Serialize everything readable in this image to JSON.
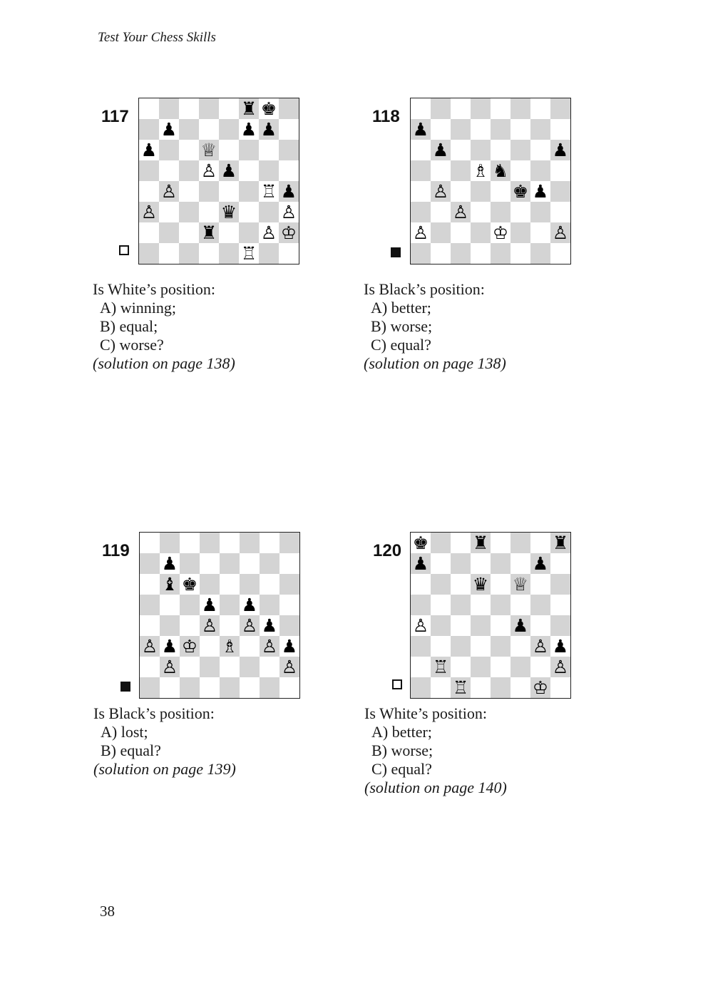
{
  "header": {
    "running_title": "Test Your Chess Skills"
  },
  "footer": {
    "page_number": "38"
  },
  "labels": {
    "solution_prefix": "solution on page"
  },
  "puzzles": [
    {
      "number": "117",
      "to_move": "white",
      "ranks": [
        ".....rk.",
        ".p...pp.",
        "p..Q....",
        "...Pp...",
        ".P....Rp",
        "P...q..P",
        "...r..PK",
        ".....R.."
      ],
      "question": "Is White’s position:",
      "options": [
        "A)  winning;",
        "B)  equal;",
        "C)  worse?"
      ],
      "solution": "(solution on page 138)"
    },
    {
      "number": "118",
      "to_move": "black",
      "ranks": [
        "........",
        "p.......",
        ".p.....p",
        "...Bn...",
        ".P...kp.",
        "..P.....",
        "P...K..P",
        "........"
      ],
      "question": "Is Black’s position:",
      "options": [
        "A)  better;",
        "B)  worse;",
        "C)  equal?"
      ],
      "solution": "(solution on page 138)"
    },
    {
      "number": "119",
      "to_move": "black",
      "ranks": [
        "........",
        ".p......",
        ".bk.....",
        "...p.p..",
        "...P.Pp.",
        "PpK.B.Pp",
        ".P.....P",
        "........"
      ],
      "question": "Is Black’s position:",
      "options": [
        "A)  lost;",
        "B)  equal?"
      ],
      "solution": "(solution on page 139)"
    },
    {
      "number": "120",
      "to_move": "white",
      "ranks": [
        "k..r...r",
        "p.....p.",
        "...q.Q..",
        "........",
        "P....p..",
        "......Pp",
        ".R.....P",
        "..R...K."
      ],
      "question": "Is White’s position:",
      "options": [
        "A)  better;",
        "B)  worse;",
        "C)  equal?"
      ],
      "solution": "(solution on page 140)"
    }
  ]
}
